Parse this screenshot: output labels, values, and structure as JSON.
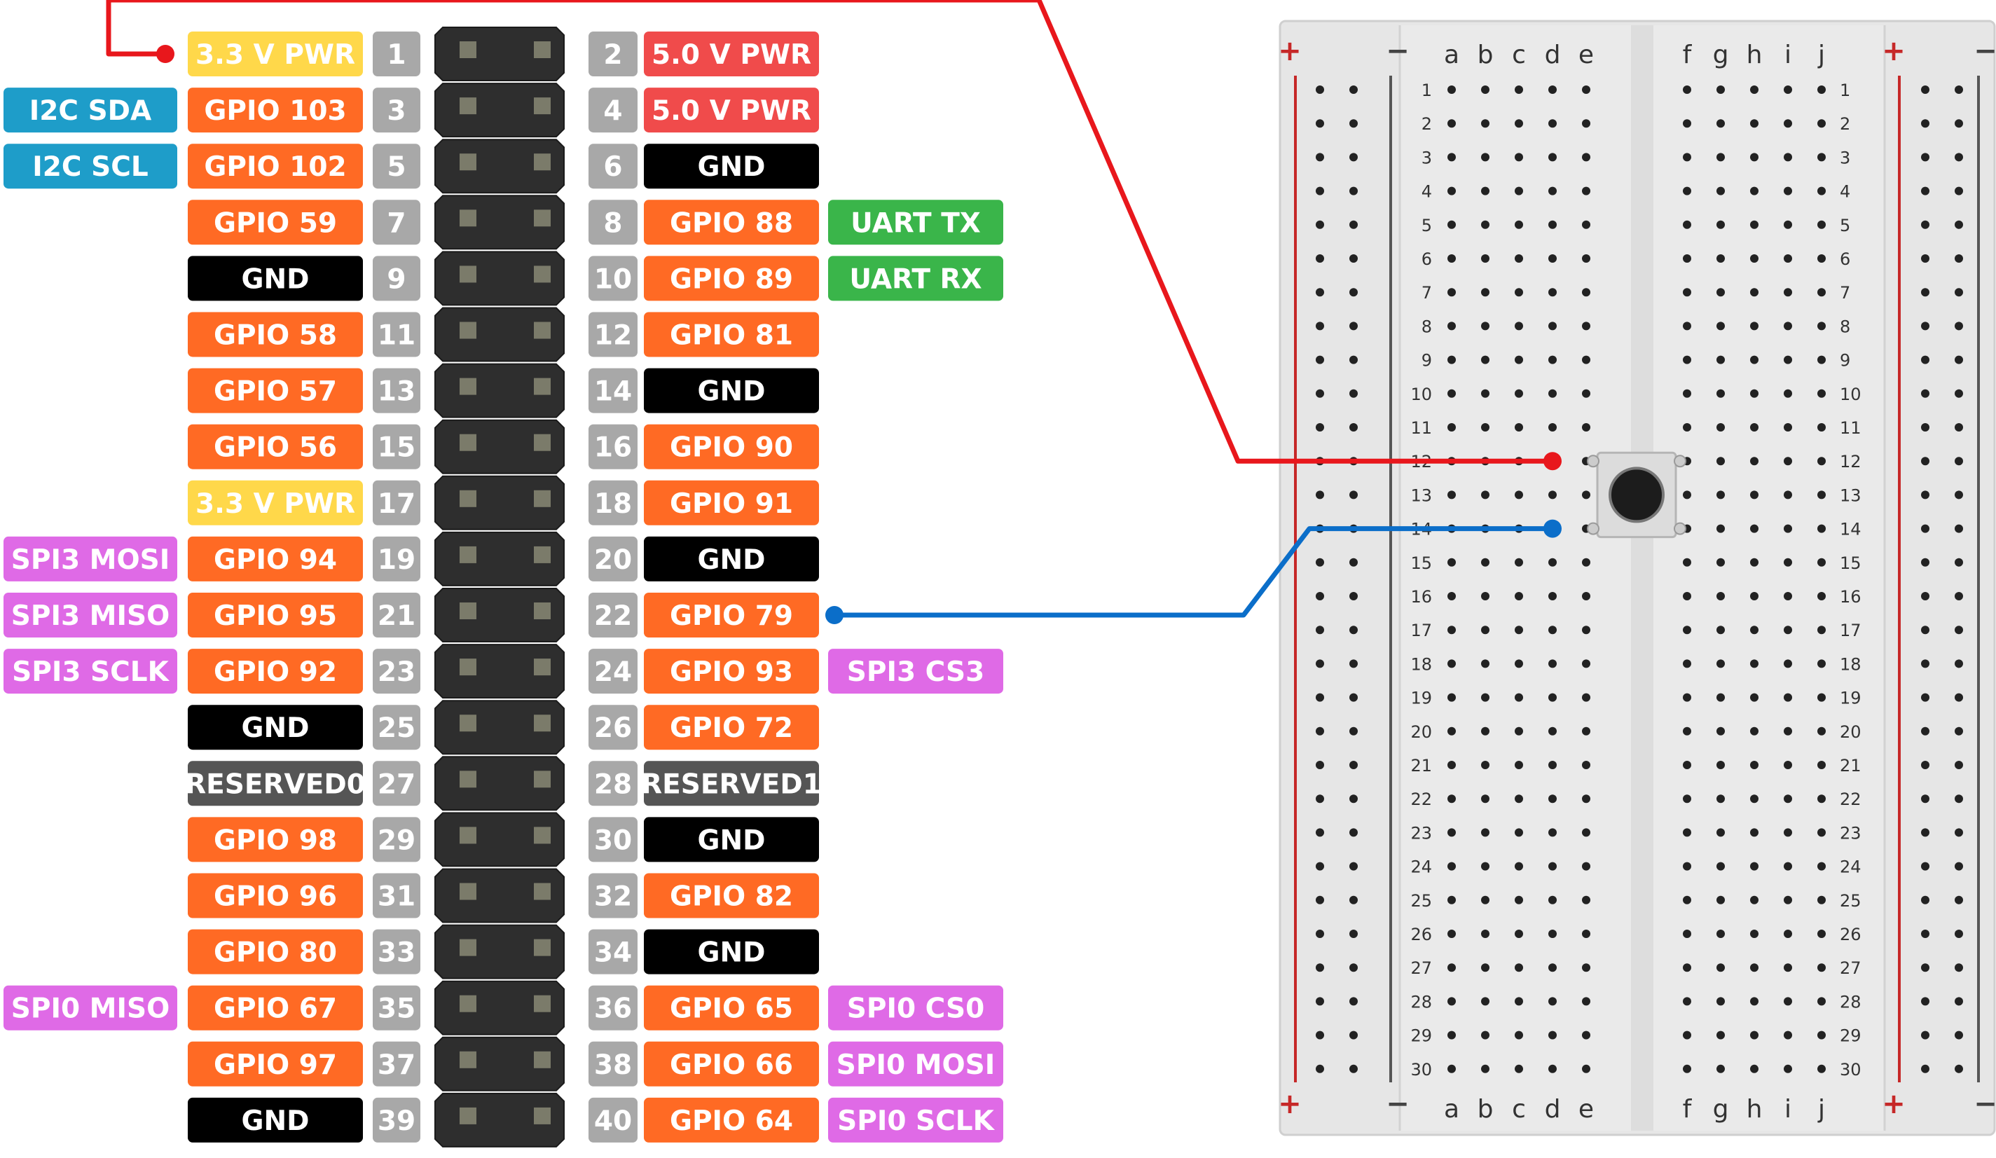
{
  "colors": {
    "orange": "#ff6a24",
    "yellow": "#ffd84a",
    "red": "#f04b4b",
    "black": "#000000",
    "gray": "#555555",
    "teal": "#1e9dc9",
    "green": "#3ab54a",
    "pink": "#df6ae6",
    "pinbox": "#a8a8a8",
    "header": "#2e2e2e",
    "header_pin": "#7b7b6a",
    "wire_red": "#e8171c",
    "wire_blue": "#0b6ec9",
    "breadboard": "#e6e6e6",
    "rail_red": "#c62828",
    "rail_black": "#555555"
  },
  "header_rows": [
    {
      "left_fn": null,
      "left_label": "3.3 V PWR",
      "left_color": "yellow",
      "left_pin": "1",
      "right_pin": "2",
      "right_label": "5.0 V PWR",
      "right_color": "red",
      "right_fn": null
    },
    {
      "left_fn": {
        "label": "I2C SDA",
        "color": "teal"
      },
      "left_label": "GPIO 103",
      "left_color": "orange",
      "left_pin": "3",
      "right_pin": "4",
      "right_label": "5.0 V PWR",
      "right_color": "red",
      "right_fn": null
    },
    {
      "left_fn": {
        "label": "I2C SCL",
        "color": "teal"
      },
      "left_label": "GPIO 102",
      "left_color": "orange",
      "left_pin": "5",
      "right_pin": "6",
      "right_label": "GND",
      "right_color": "black",
      "right_fn": null
    },
    {
      "left_fn": null,
      "left_label": "GPIO 59",
      "left_color": "orange",
      "left_pin": "7",
      "right_pin": "8",
      "right_label": "GPIO 88",
      "right_color": "orange",
      "right_fn": {
        "label": "UART TX",
        "color": "green"
      }
    },
    {
      "left_fn": null,
      "left_label": "GND",
      "left_color": "black",
      "left_pin": "9",
      "right_pin": "10",
      "right_label": "GPIO 89",
      "right_color": "orange",
      "right_fn": {
        "label": "UART RX",
        "color": "green"
      }
    },
    {
      "left_fn": null,
      "left_label": "GPIO 58",
      "left_color": "orange",
      "left_pin": "11",
      "right_pin": "12",
      "right_label": "GPIO 81",
      "right_color": "orange",
      "right_fn": null
    },
    {
      "left_fn": null,
      "left_label": "GPIO 57",
      "left_color": "orange",
      "left_pin": "13",
      "right_pin": "14",
      "right_label": "GND",
      "right_color": "black",
      "right_fn": null
    },
    {
      "left_fn": null,
      "left_label": "GPIO 56",
      "left_color": "orange",
      "left_pin": "15",
      "right_pin": "16",
      "right_label": "GPIO 90",
      "right_color": "orange",
      "right_fn": null
    },
    {
      "left_fn": null,
      "left_label": "3.3 V PWR",
      "left_color": "yellow",
      "left_pin": "17",
      "right_pin": "18",
      "right_label": "GPIO 91",
      "right_color": "orange",
      "right_fn": null
    },
    {
      "left_fn": {
        "label": "SPI3 MOSI",
        "color": "pink"
      },
      "left_label": "GPIO 94",
      "left_color": "orange",
      "left_pin": "19",
      "right_pin": "20",
      "right_label": "GND",
      "right_color": "black",
      "right_fn": null
    },
    {
      "left_fn": {
        "label": "SPI3 MISO",
        "color": "pink"
      },
      "left_label": "GPIO 95",
      "left_color": "orange",
      "left_pin": "21",
      "right_pin": "22",
      "right_label": "GPIO 79",
      "right_color": "orange",
      "right_fn": null
    },
    {
      "left_fn": {
        "label": "SPI3 SCLK",
        "color": "pink"
      },
      "left_label": "GPIO 92",
      "left_color": "orange",
      "left_pin": "23",
      "right_pin": "24",
      "right_label": "GPIO 93",
      "right_color": "orange",
      "right_fn": {
        "label": "SPI3 CS3",
        "color": "pink"
      }
    },
    {
      "left_fn": null,
      "left_label": "GND",
      "left_color": "black",
      "left_pin": "25",
      "right_pin": "26",
      "right_label": "GPIO 72",
      "right_color": "orange",
      "right_fn": null
    },
    {
      "left_fn": null,
      "left_label": "RESERVED0",
      "left_color": "gray",
      "left_pin": "27",
      "right_pin": "28",
      "right_label": "RESERVED1",
      "right_color": "gray",
      "right_fn": null
    },
    {
      "left_fn": null,
      "left_label": "GPIO 98",
      "left_color": "orange",
      "left_pin": "29",
      "right_pin": "30",
      "right_label": "GND",
      "right_color": "black",
      "right_fn": null
    },
    {
      "left_fn": null,
      "left_label": "GPIO 96",
      "left_color": "orange",
      "left_pin": "31",
      "right_pin": "32",
      "right_label": "GPIO 82",
      "right_color": "orange",
      "right_fn": null
    },
    {
      "left_fn": null,
      "left_label": "GPIO 80",
      "left_color": "orange",
      "left_pin": "33",
      "right_pin": "34",
      "right_label": "GND",
      "right_color": "black",
      "right_fn": null
    },
    {
      "left_fn": {
        "label": "SPI0 MISO",
        "color": "pink"
      },
      "left_label": "GPIO 67",
      "left_color": "orange",
      "left_pin": "35",
      "right_pin": "36",
      "right_label": "GPIO 65",
      "right_color": "orange",
      "right_fn": {
        "label": "SPI0 CS0",
        "color": "pink"
      }
    },
    {
      "left_fn": null,
      "left_label": "GPIO 97",
      "left_color": "orange",
      "left_pin": "37",
      "right_pin": "38",
      "right_label": "GPIO 66",
      "right_color": "orange",
      "right_fn": {
        "label": "SPI0 MOSI",
        "color": "pink"
      }
    },
    {
      "left_fn": null,
      "left_label": "GND",
      "left_color": "black",
      "left_pin": "39",
      "right_pin": "40",
      "right_label": "GPIO 64",
      "right_color": "orange",
      "right_fn": {
        "label": "SPI0 SCLK",
        "color": "pink"
      }
    }
  ],
  "breadboard": {
    "left_columns": [
      "a",
      "b",
      "c",
      "d",
      "e"
    ],
    "right_columns": [
      "f",
      "g",
      "h",
      "i",
      "j"
    ],
    "row_count": 30,
    "rail_plus": "+",
    "rail_minus": "−"
  },
  "button": {
    "name": "push-button",
    "rows": [
      12,
      14
    ],
    "columns": [
      "e",
      "f"
    ]
  },
  "wires": [
    {
      "name": "red-wire",
      "from_pin": "1",
      "to": "d12",
      "color": "wire_red"
    },
    {
      "name": "blue-wire",
      "from_pin": "22",
      "to": "d14",
      "color": "wire_blue"
    }
  ]
}
